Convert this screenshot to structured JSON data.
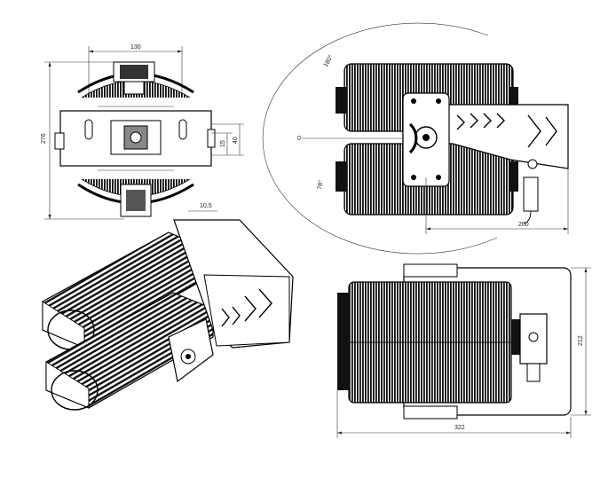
{
  "dimensions": {
    "front_width": "130",
    "front_height": "276",
    "front_offset_small": "15",
    "front_offset_large": "40",
    "front_bottom": "10,5",
    "side_angle_top": "180°",
    "side_angle_zero": "0",
    "side_angle_bottom": "78°",
    "side_reach": "200",
    "bottom_width": "322",
    "bottom_height": "212"
  }
}
